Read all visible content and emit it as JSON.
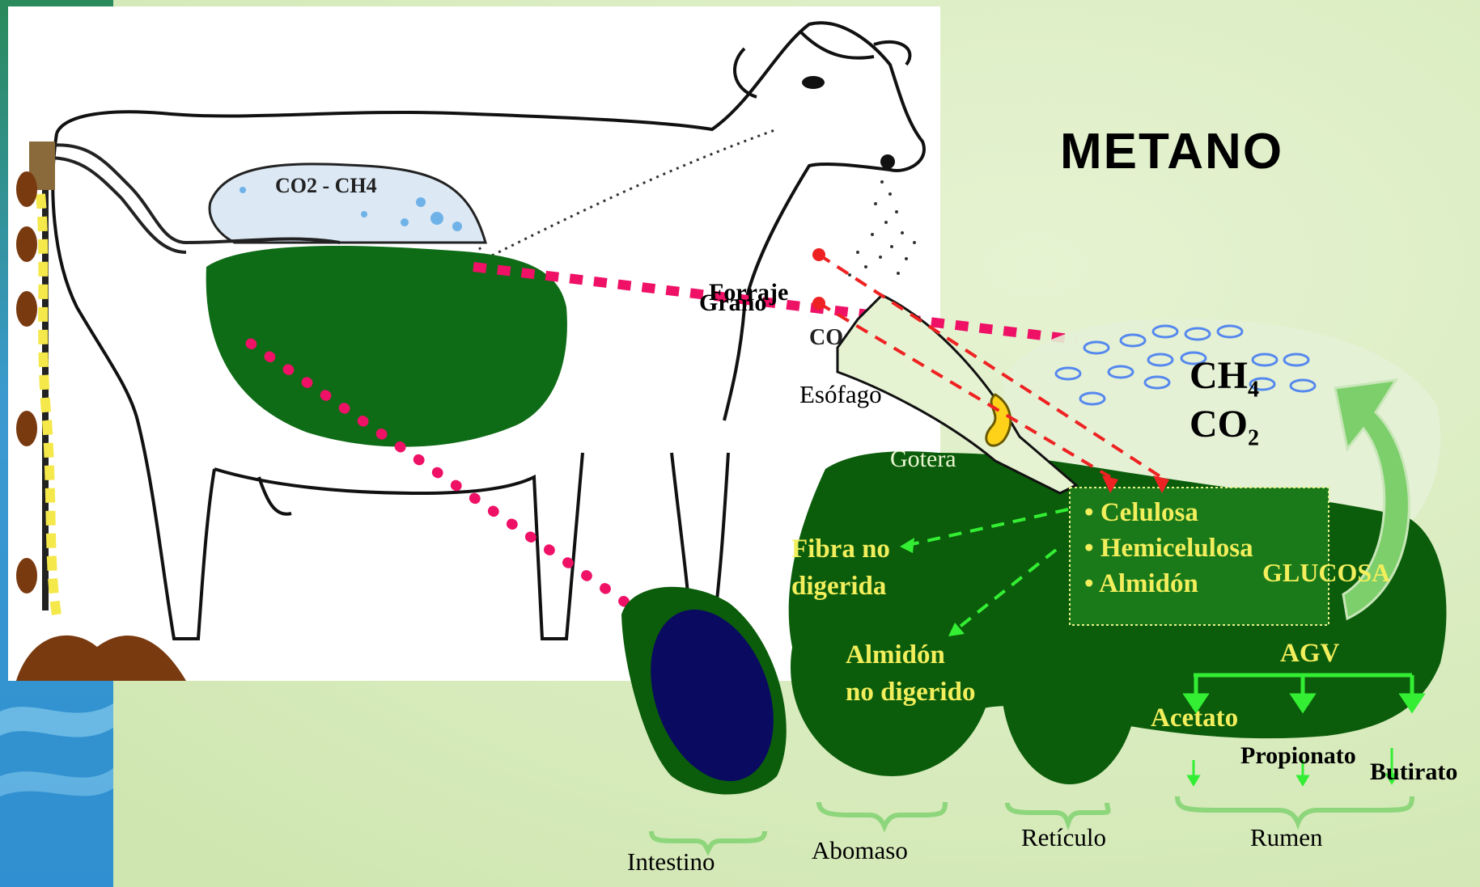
{
  "title": "METANO",
  "cow_label": "CO2 - CH4",
  "feed": {
    "forraje": "Forraje",
    "grano": "Grano"
  },
  "esophagus_label": "Esófago",
  "co_fragment": "CO",
  "gotera_label": "Gotera",
  "gas": {
    "ch4": "CH",
    "ch4_sub": "4",
    "co2": "CO",
    "co2_sub": "2"
  },
  "box_items": [
    "Celulosa",
    "Hemicelulosa",
    "Almidón"
  ],
  "bullet": "•",
  "glucosa": "GLUCOSA",
  "fibra_line1": "Fibra no",
  "fibra_line2": "digerida",
  "almidon_line1": "Almidón",
  "almidon_line2": "no digerido",
  "agv": "AGV",
  "acids": {
    "acetato": "Acetato",
    "propionato": "Propionato",
    "butirato": "Butirato"
  },
  "organs": {
    "intestino": "Intestino",
    "abomaso": "Abomaso",
    "reticulo": "Retículo",
    "rumen": "Rumen"
  },
  "colors": {
    "background": "#d9ebc0",
    "rumen_green": "#0b5d0b",
    "label_yellow": "#f2ee5c",
    "bright_green": "#33ee33",
    "pink_dots": "#ee1166",
    "red_dash": "#ee2222",
    "intestine_blue": "#0a0a60",
    "bubble_blue": "#5588ee",
    "arrow_green": "#7ccf6a"
  }
}
